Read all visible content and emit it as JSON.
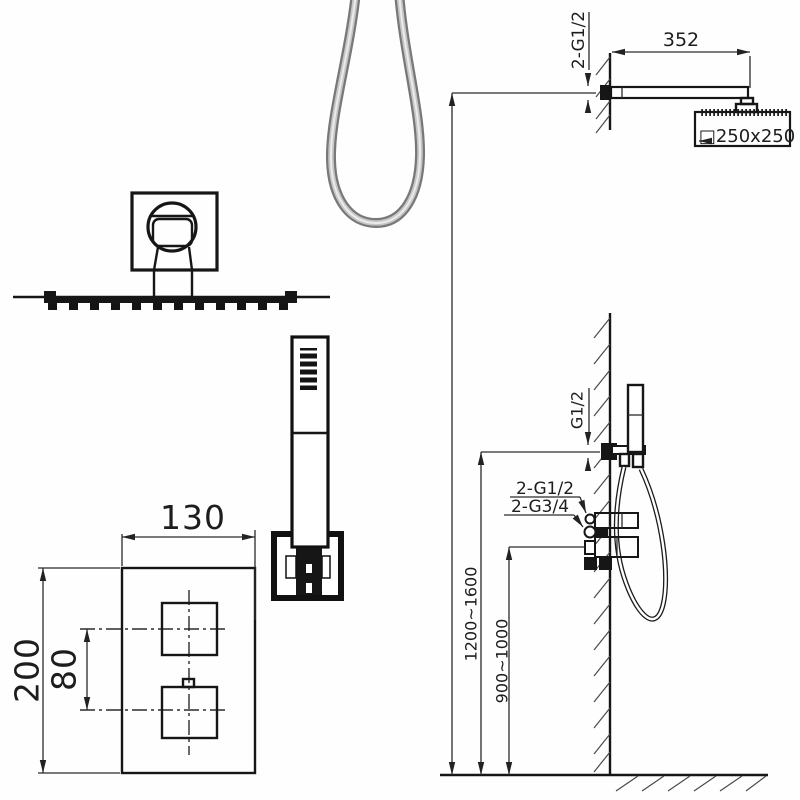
{
  "labels": {
    "arm_connection": "2-G1/2",
    "arm_length": "352",
    "head_size": "□250x250",
    "holder_connection": "G1/2",
    "mixer_connection_top": "2-G1/2",
    "mixer_connection_bottom": "2-G3/4",
    "holder_height_range": "1200~1600",
    "mixer_height_range": "900~1000",
    "box_width_mm": "130",
    "box_height_mm": "200",
    "handle_spacing_mm": "80"
  },
  "colors": {
    "line": "#1d1d1d",
    "background": "#ffffff",
    "hose_gray": "#8f8f8f"
  }
}
